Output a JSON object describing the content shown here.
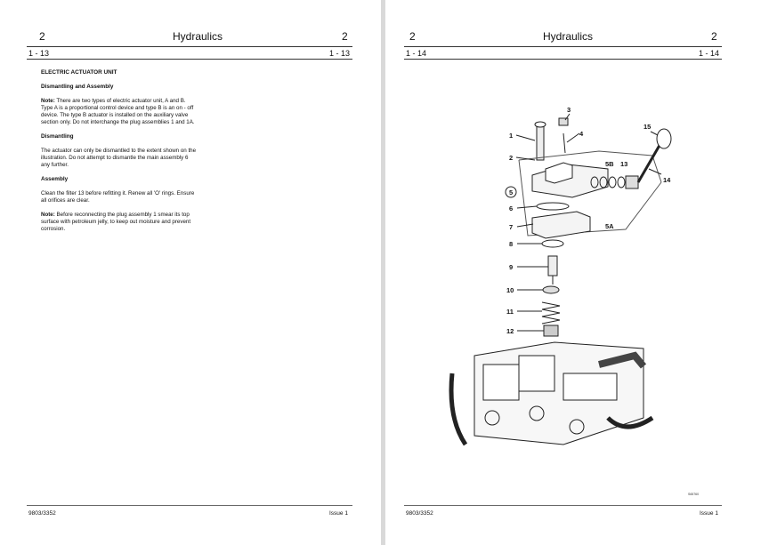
{
  "left_page": {
    "section_number_left": "2",
    "title": "Hydraulics",
    "section_number_right": "2",
    "page_ref_left": "1 - 13",
    "page_ref_right": "1 - 13",
    "heading": "ELECTRIC ACTUATOR UNIT",
    "subheading": "Dismantling and Assembly",
    "note1_label": "Note:",
    "note1_text": "There are two types of electric actuator unit, A and B. Type A is a proportional control device and type B is an on - off device. The type B actuator is installed on the auxiliary valve section only. Do not interchange the plug assemblies 1 and 1A.",
    "dismantling_heading": "Dismantling",
    "dismantling_text": "The actuator can only be dismantled to the extent shown on the illustration. Do not attempt to dismantle the main assembly 6 any further.",
    "assembly_heading": "Assembly",
    "assembly_text": "Clean the filter 13 before refitting it. Renew all 'O' rings. Ensure all orifices are clear.",
    "note2_label": "Note:",
    "note2_text": "Before reconnecting the plug assembly 1 smear its top surface with petroleum jelly, to keep out moisture and prevent corrosion.",
    "footer_left": "9803/3352",
    "footer_right": "Issue 1"
  },
  "right_page": {
    "section_number_left": "2",
    "title": "Hydraulics",
    "section_number_right": "2",
    "page_ref_left": "1 - 14",
    "page_ref_right": "1 - 14",
    "diagram_labels": {
      "l1": "1",
      "l2": "2",
      "l3": "3",
      "l4": "4",
      "l5": "5",
      "l5a": "5A",
      "l5b": "5B",
      "l6": "6",
      "l7": "7",
      "l8": "8",
      "l9": "9",
      "l10": "10",
      "l11": "11",
      "l12": "12",
      "l13": "13",
      "l14": "14",
      "l15": "15"
    },
    "figure_ref": "S65760",
    "footer_left": "9803/3352",
    "footer_right": "Issue 1"
  }
}
